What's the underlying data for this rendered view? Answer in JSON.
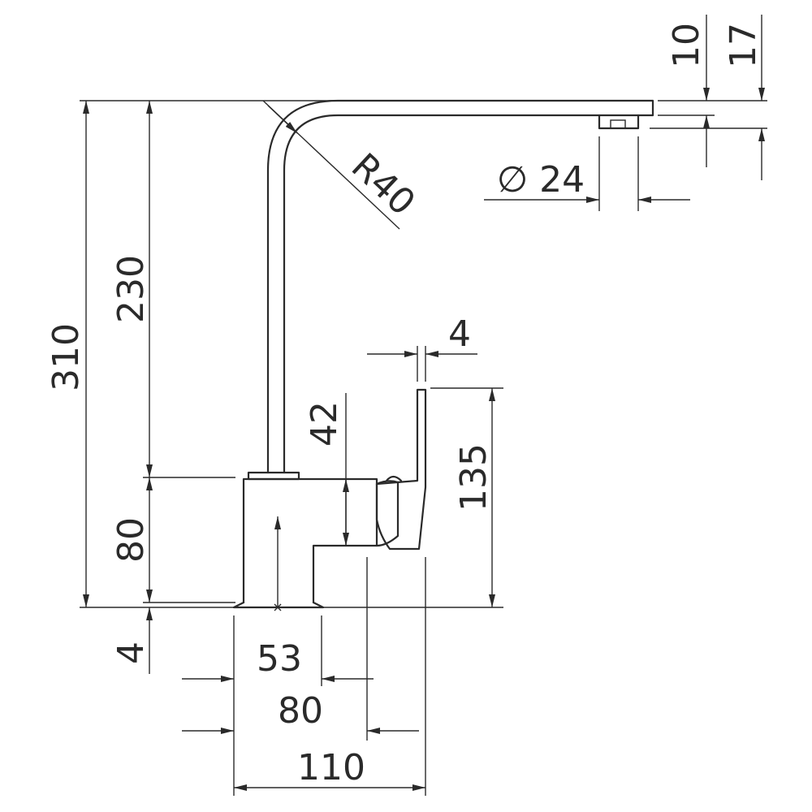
{
  "dimensions": {
    "d10": "10",
    "d17": "17",
    "r40": "R40",
    "phi24": "∅ 24",
    "d310": "310",
    "d230": "230",
    "d4_top": "4",
    "d42": "42",
    "d135": "135",
    "d80_v": "80",
    "d4_bottom": "4",
    "d53": "53",
    "d80_h": "80",
    "d110": "110"
  },
  "colors": {
    "ink": "#2a2a2a",
    "background": "#ffffff"
  }
}
